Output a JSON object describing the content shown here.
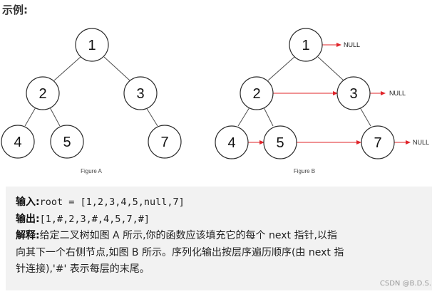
{
  "heading": "示例:",
  "figure_a": {
    "caption": "Figure A",
    "nodes": [
      {
        "id": "a1",
        "label": "1"
      },
      {
        "id": "a2",
        "label": "2"
      },
      {
        "id": "a3",
        "label": "3"
      },
      {
        "id": "a4",
        "label": "4"
      },
      {
        "id": "a5",
        "label": "5"
      },
      {
        "id": "a7",
        "label": "7"
      }
    ]
  },
  "figure_b": {
    "caption": "Figure B",
    "nodes": [
      {
        "id": "b1",
        "label": "1"
      },
      {
        "id": "b2",
        "label": "2"
      },
      {
        "id": "b3",
        "label": "3"
      },
      {
        "id": "b4",
        "label": "4"
      },
      {
        "id": "b5",
        "label": "5"
      },
      {
        "id": "b7",
        "label": "7"
      }
    ],
    "null_label": "NULL"
  },
  "example": {
    "input_label": "输入:",
    "input_value": "root = [1,2,3,4,5,null,7]",
    "output_label": "输出:",
    "output_value": "[1,#,2,3,#,4,5,7,#]",
    "explanation_label": "解释:",
    "explanation_line1": "给定二叉树如图 A 所示,你的函数应该填充它的每个 next 指针,以指",
    "explanation_line2": "向其下一个右侧节点,如图 B 所示。序列化输出按层序遍历顺序(由 next 指",
    "explanation_line3": "针连接),'#' 表示每层的末尾。"
  },
  "watermark": "CSDN @B.D.S.",
  "colors": {
    "arrow": "#e0242a",
    "box_background": "#f2f2f2"
  }
}
